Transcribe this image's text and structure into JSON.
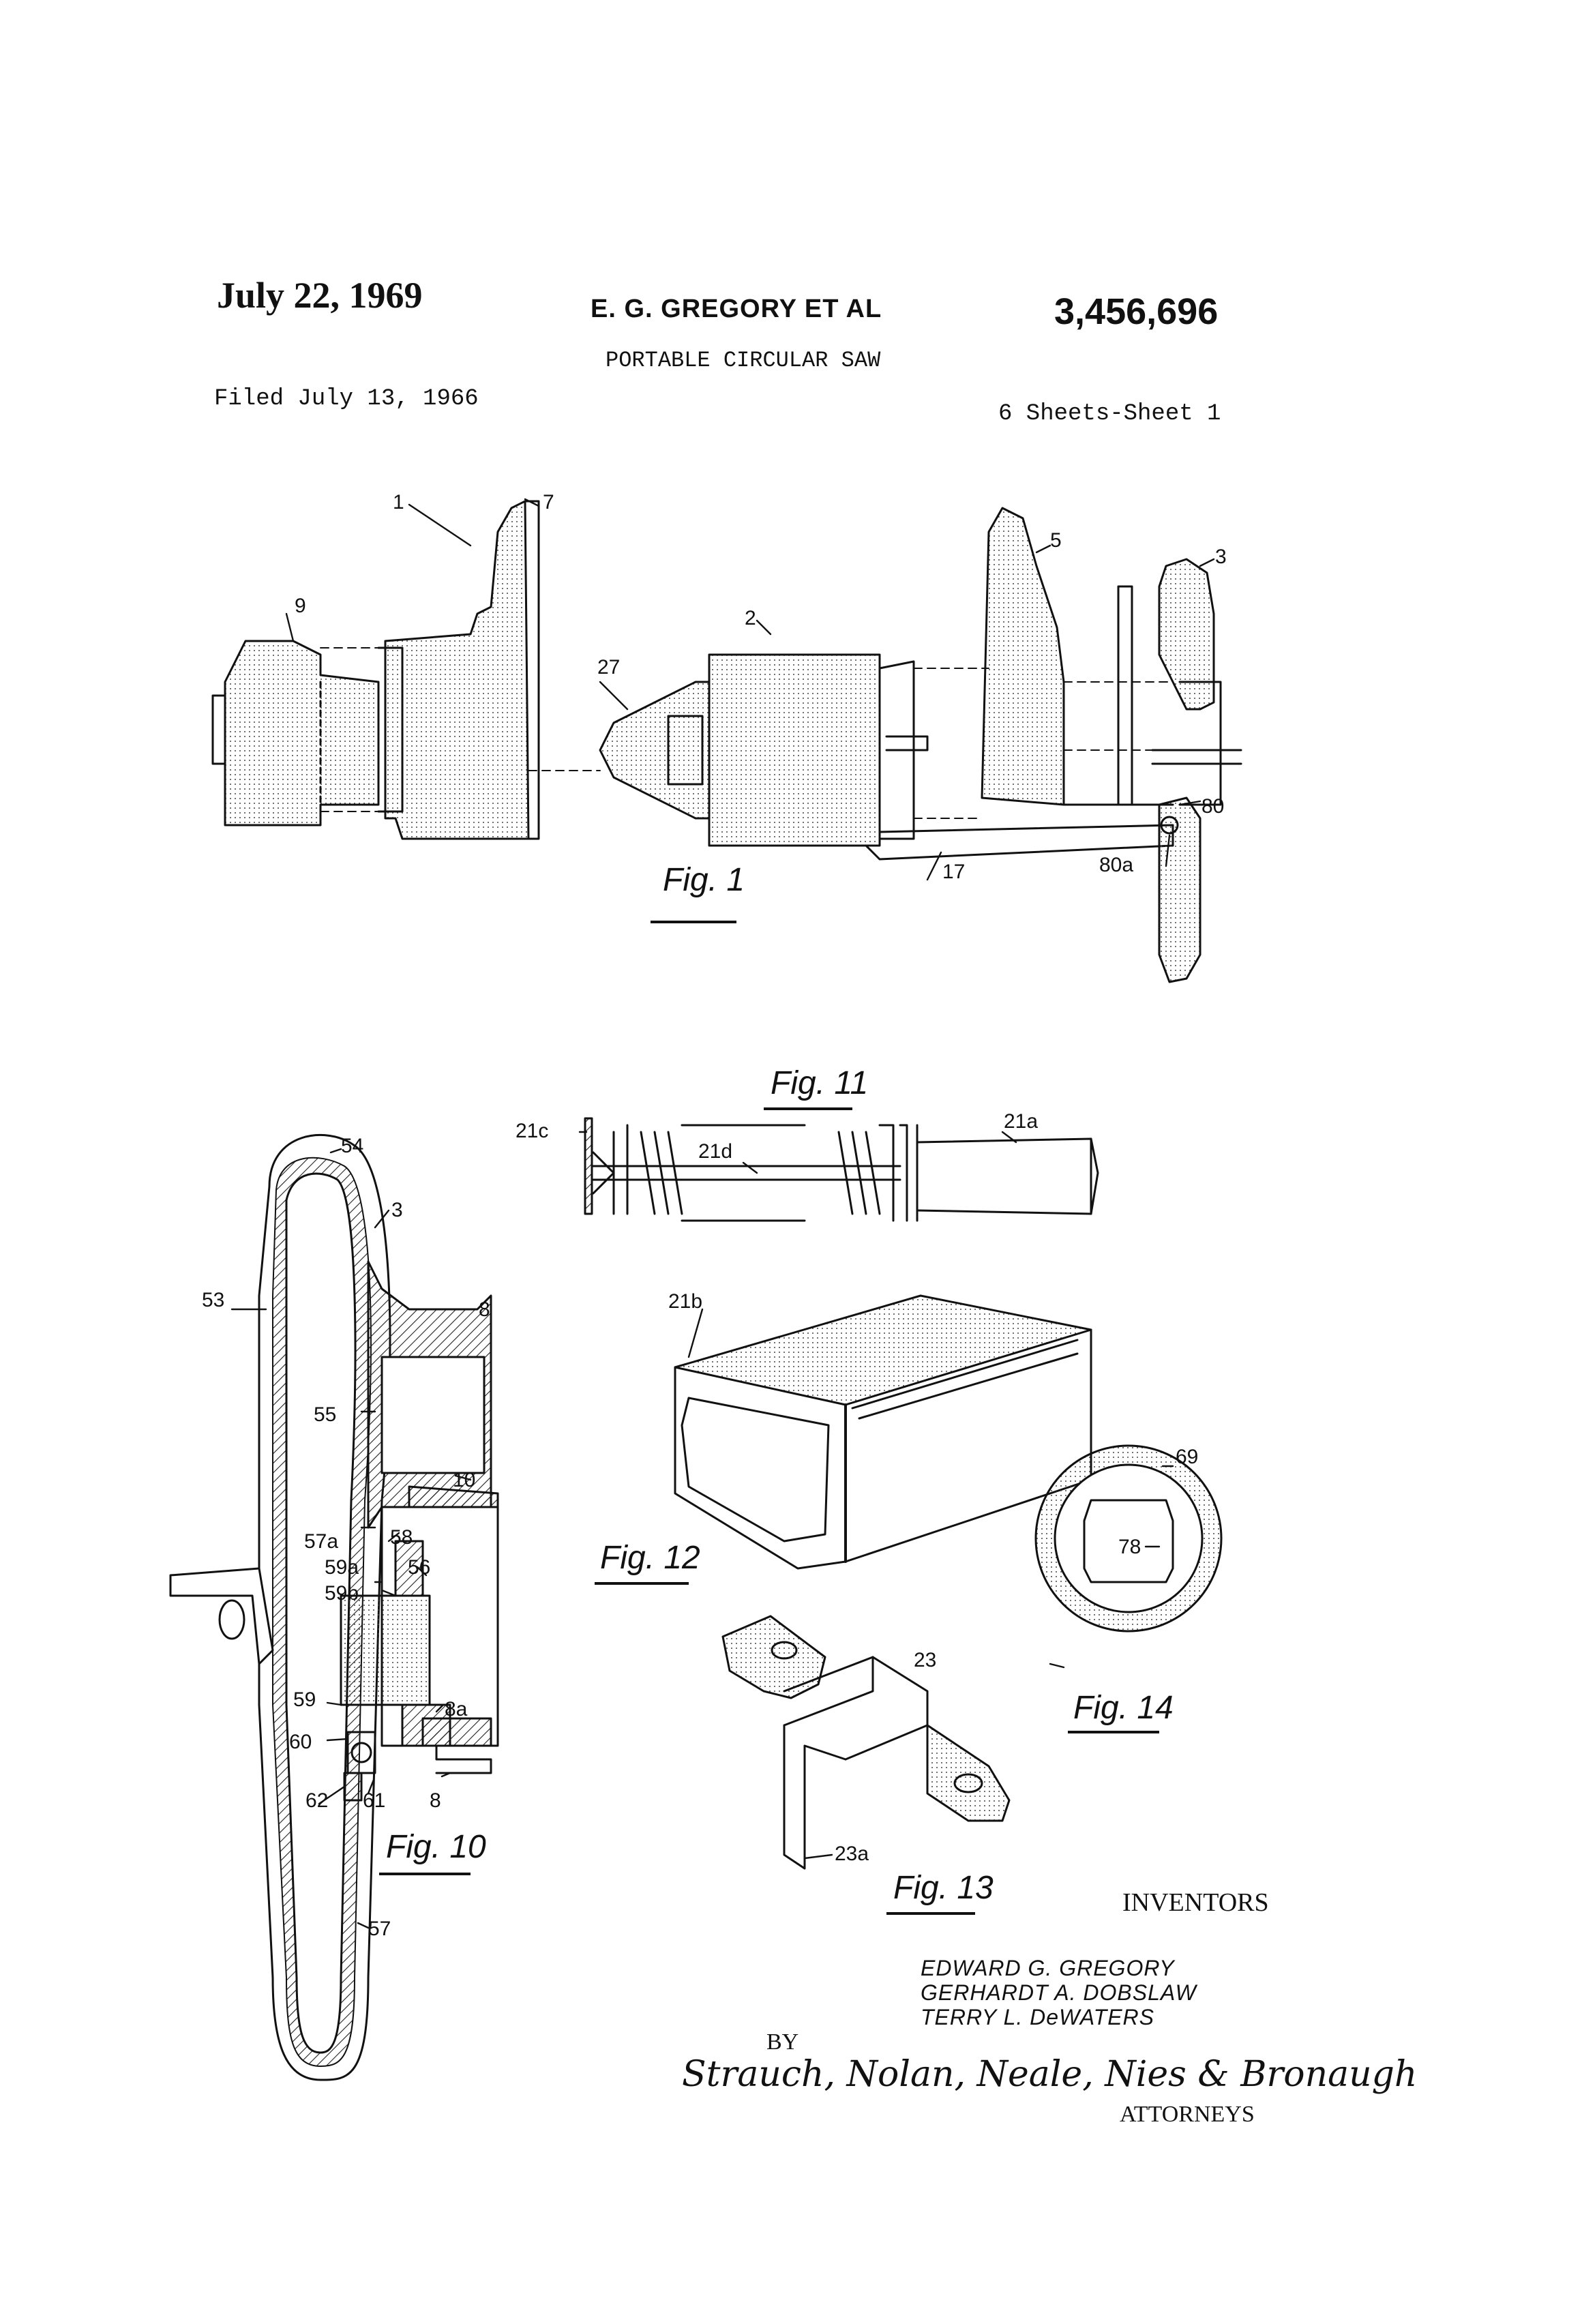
{
  "header": {
    "date": "July 22, 1969",
    "inventor": "E. G. GREGORY  ET AL",
    "patent_number": "3,456,696",
    "title": "PORTABLE CIRCULAR SAW",
    "filed": "Filed July 13, 1966",
    "sheets": "6 Sheets-Sheet 1"
  },
  "figures": {
    "fig1": {
      "caption": "Fig. 1",
      "labels": [
        "1",
        "7",
        "9",
        "5",
        "3",
        "2",
        "27",
        "80",
        "80a",
        "17"
      ]
    },
    "fig10": {
      "caption": "Fig. 10",
      "labels": [
        "54",
        "3",
        "53",
        "8",
        "55",
        "10",
        "57a",
        "58",
        "59a",
        "56",
        "59b",
        "59",
        "8a",
        "60",
        "62",
        "61",
        "8",
        "57"
      ]
    },
    "fig11": {
      "caption": "Fig. 11",
      "labels": [
        "21c",
        "21d",
        "21a"
      ]
    },
    "fig12": {
      "caption": "Fig. 12",
      "labels": [
        "21b"
      ]
    },
    "fig13": {
      "caption": "Fig. 13",
      "labels": [
        "23",
        "23a"
      ]
    },
    "fig14": {
      "caption": "Fig. 14",
      "labels": [
        "69",
        "78"
      ]
    }
  },
  "inventors": {
    "label": "INVENTORS",
    "names": [
      "EDWARD G. GREGORY",
      "GERHARDT A. DOBSLAW",
      "TERRY L. DeWATERS"
    ]
  },
  "attorneys": {
    "by": "BY",
    "signature": "Strauch, Nolan, Neale, Nies & Bronaugh",
    "label": "ATTORNEYS"
  }
}
